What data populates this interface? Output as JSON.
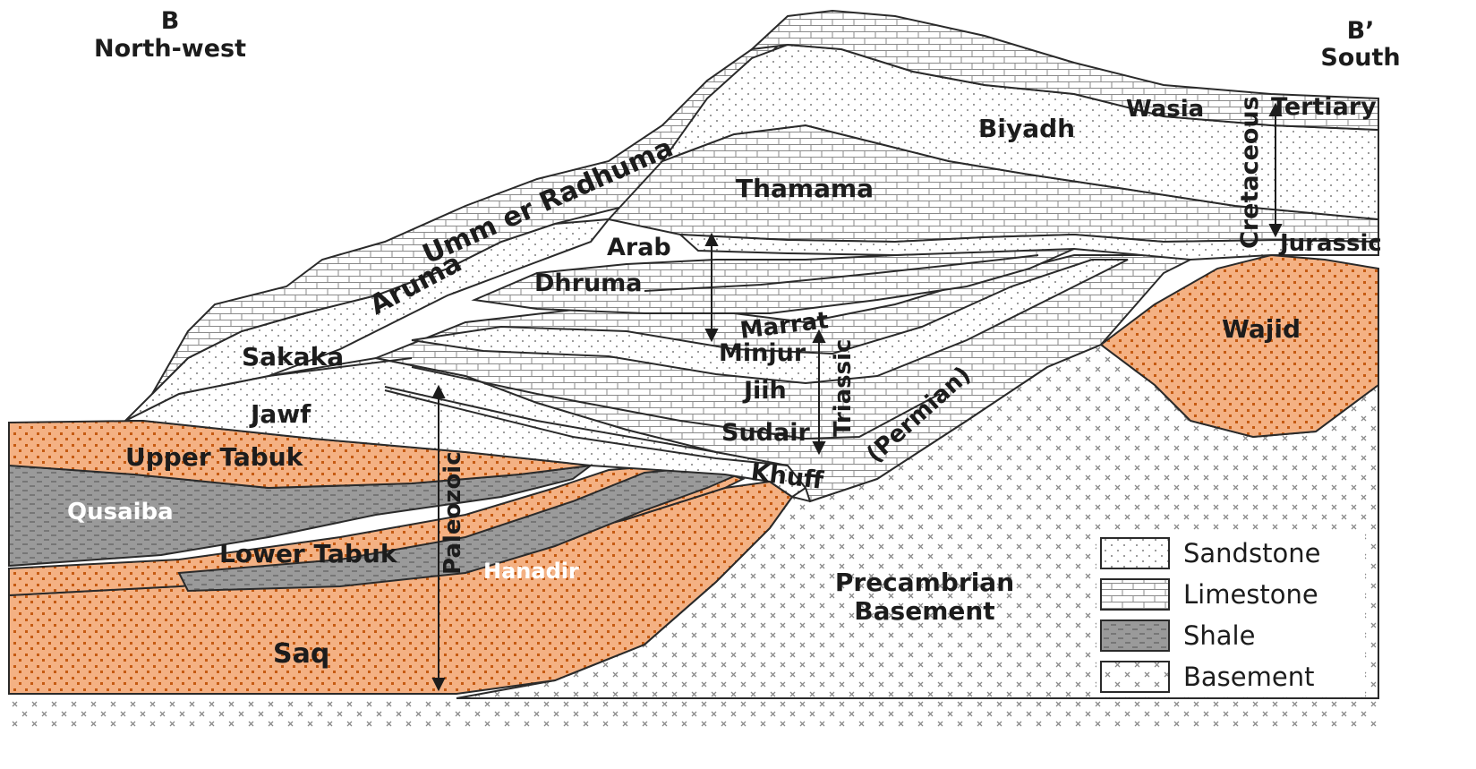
{
  "header": {
    "left_letter": "B",
    "left_direction": "North-west",
    "right_letter": "B’",
    "right_direction": "South"
  },
  "formations": {
    "umm_er_radhuma": "Umm er Radhuma",
    "aruma": "Aruma",
    "sakaka": "Sakaka",
    "jawf": "Jawf",
    "upper_tabuk": "Upper Tabuk",
    "qusaiba": "Qusaiba",
    "lower_tabuk": "Lower Tabuk",
    "hanadir": "Hanadir",
    "saq": "Saq",
    "thamama": "Thamama",
    "biyadh": "Biyadh",
    "wasia": "Wasia",
    "arab": "Arab",
    "dhruma": "Dhruma",
    "marrat": "Marrat",
    "minjur": "Minjur",
    "jiih": "Jiih",
    "sudair": "Sudair",
    "khuff": "Khuff",
    "wajid": "Wajid",
    "precambrian_line1": "Precambrian",
    "precambrian_line2": "Basement"
  },
  "ages": {
    "tertiary": "Tertiary",
    "cretaceous": "Cretaceous",
    "jurassic": "Jurassic",
    "triassic": "Triassic",
    "permian": "(Permian)",
    "paleozoic": "Paleozoic"
  },
  "legend": [
    {
      "label": "Sandstone",
      "pattern": "sandstone"
    },
    {
      "label": "Limestone",
      "pattern": "limestone"
    },
    {
      "label": "Shale",
      "pattern": "shale"
    },
    {
      "label": "Basement",
      "pattern": "basement"
    }
  ],
  "colors": {
    "orange_sandstone": "#f4b183",
    "orange_dots": "#c55a11",
    "shale_gray": "#9a9a9a",
    "sand_dots": "#a8a8a8",
    "line": "#2a2a2a"
  }
}
